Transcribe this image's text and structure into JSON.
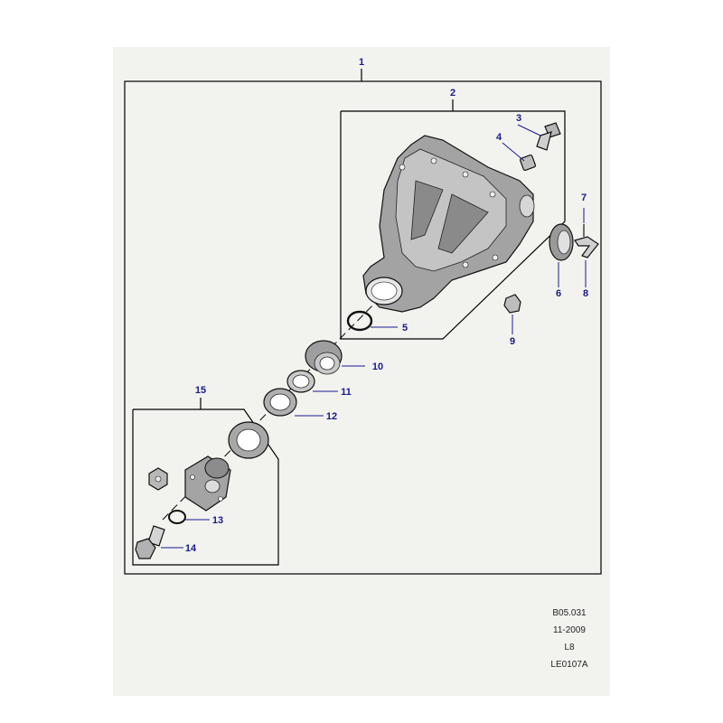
{
  "callouts": {
    "c1": "1",
    "c2": "2",
    "c3": "3",
    "c4": "4",
    "c5": "5",
    "c6": "6",
    "c7": "7",
    "c8": "8",
    "c9": "9",
    "c10": "10",
    "c11": "11",
    "c12": "12",
    "c13": "13",
    "c14": "14",
    "c15": "15"
  },
  "footer": {
    "ref": "B05.031",
    "date": "11-2009",
    "code": "L8",
    "drawing": "LE0107A"
  },
  "colors": {
    "callout": "#1a1a8c",
    "part_fill": "#9a9a9a",
    "background": "#f2f2ef"
  }
}
